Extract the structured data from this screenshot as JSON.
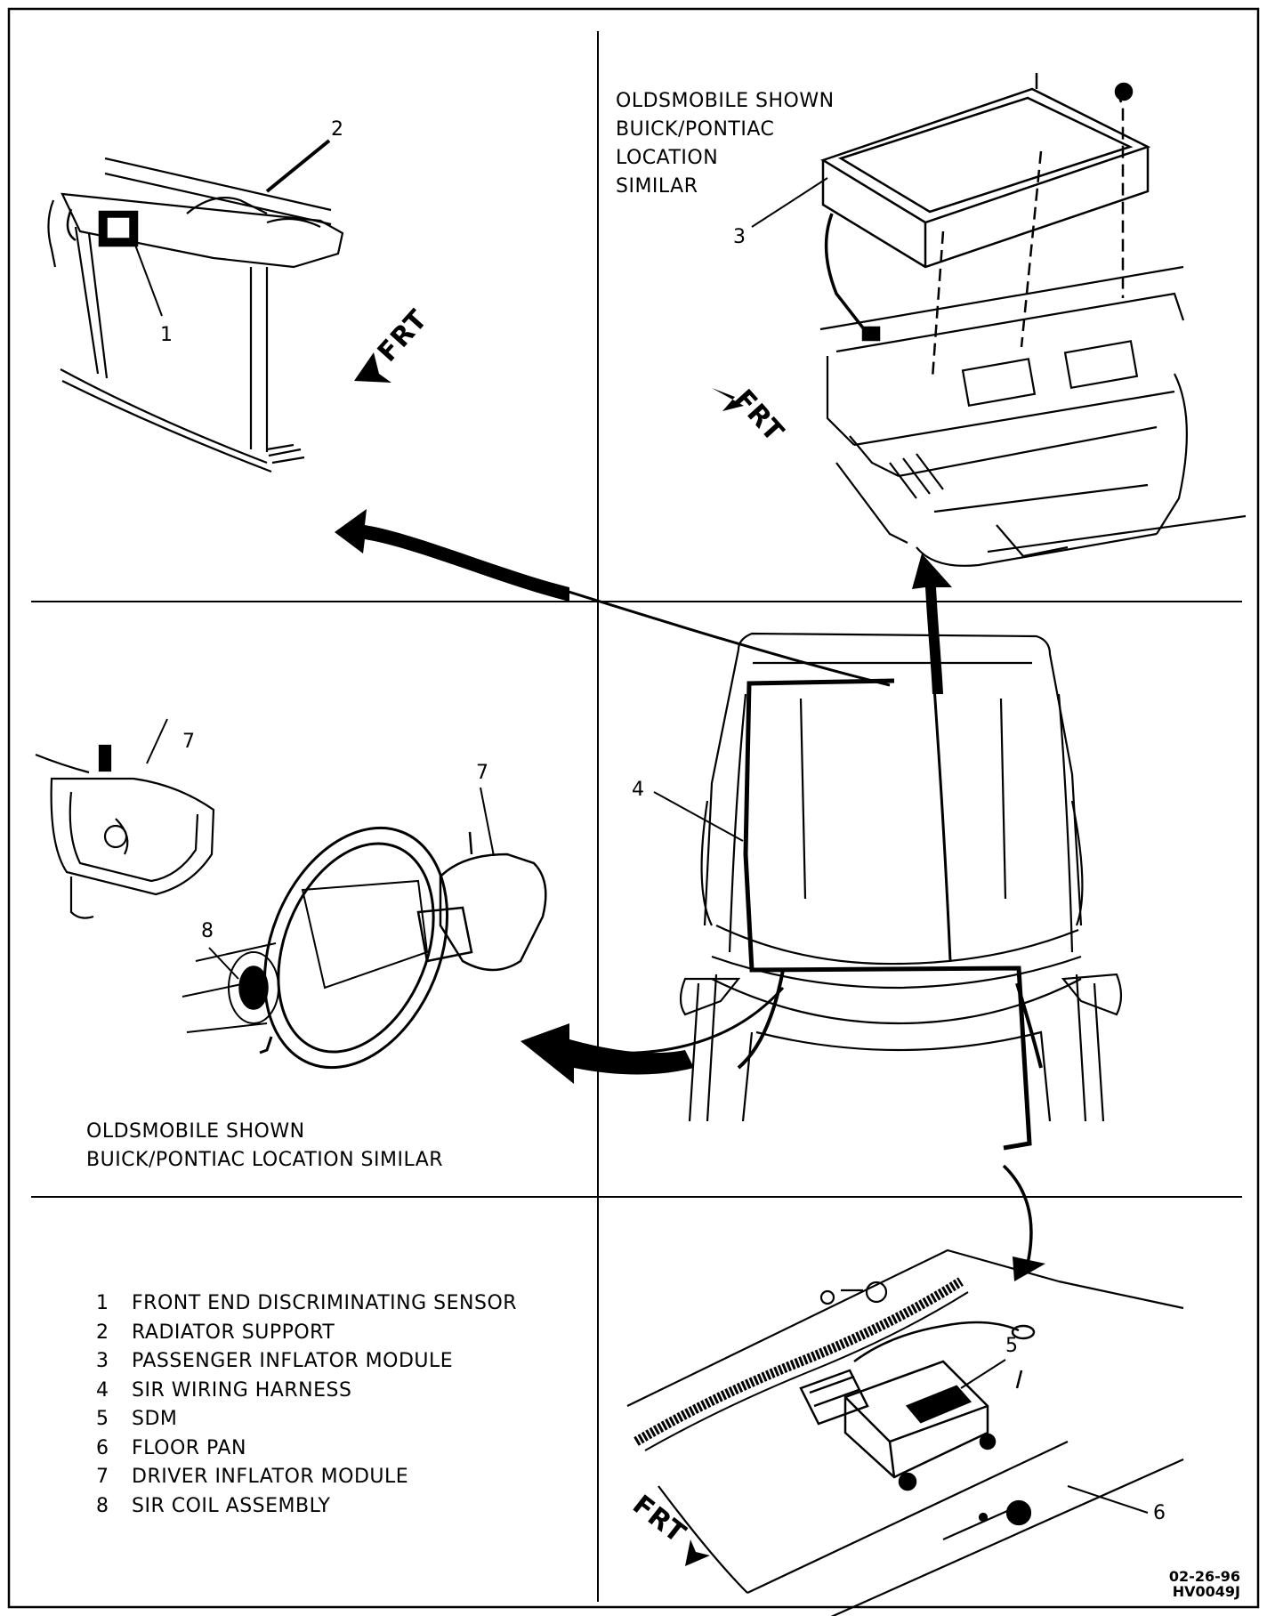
{
  "notes": {
    "top_right": [
      "OLDSMOBILE SHOWN",
      "BUICK/PONTIAC",
      "LOCATION",
      "SIMILAR"
    ],
    "middle_left": [
      "OLDSMOBILE SHOWN",
      "BUICK/PONTIAC LOCATION SIMILAR"
    ]
  },
  "callouts": {
    "c1": "1",
    "c2": "2",
    "c3": "3",
    "c4": "4",
    "c5": "5",
    "c6": "6",
    "c7a": "7",
    "c7b": "7",
    "c8": "8"
  },
  "frt_label": "FRT",
  "legend": [
    {
      "num": "1",
      "label": "FRONT END DISCRIMINATING SENSOR"
    },
    {
      "num": "2",
      "label": "RADIATOR SUPPORT"
    },
    {
      "num": "3",
      "label": "PASSENGER INFLATOR MODULE"
    },
    {
      "num": "4",
      "label": "SIR WIRING HARNESS"
    },
    {
      "num": "5",
      "label": "SDM"
    },
    {
      "num": "6",
      "label": "FLOOR PAN"
    },
    {
      "num": "7",
      "label": "DRIVER INFLATOR MODULE"
    },
    {
      "num": "8",
      "label": "SIR COIL ASSEMBLY"
    }
  ],
  "figure_id": [
    "02-26-96",
    "HV0049J"
  ]
}
